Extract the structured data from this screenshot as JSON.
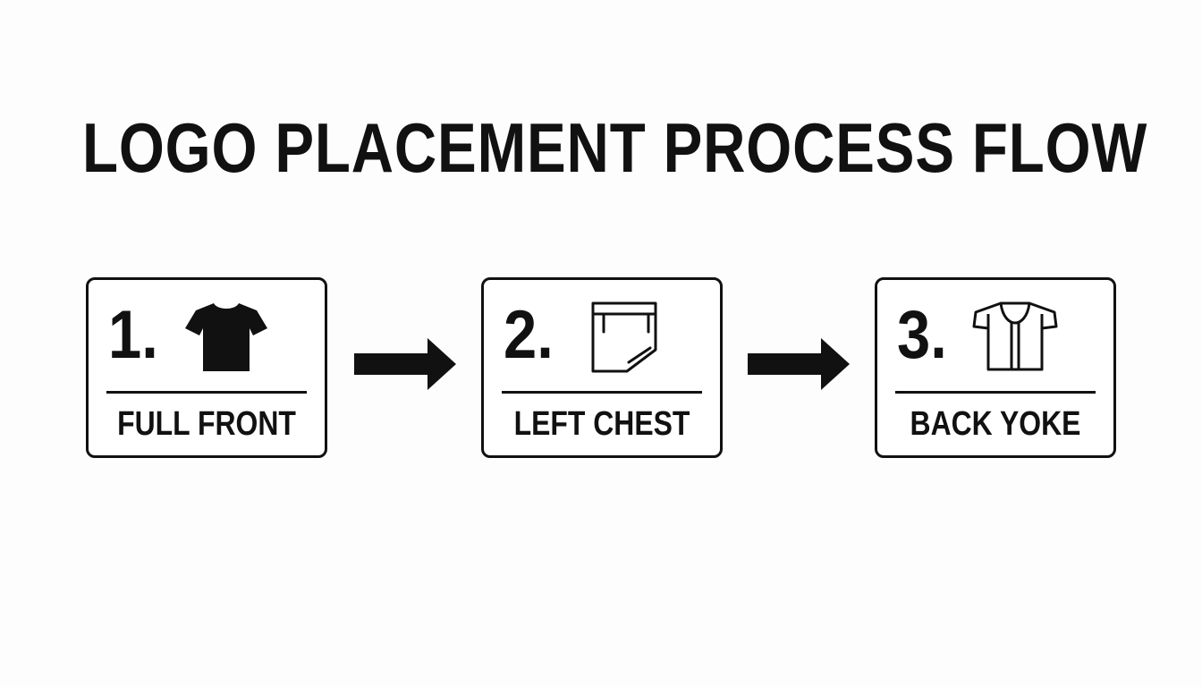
{
  "title": "LOGO PLACEMENT PROCESS FLOW",
  "steps": [
    {
      "number": "1.",
      "label": "FULL FRONT",
      "icon": "t-shirt-icon"
    },
    {
      "number": "2.",
      "label": "LEFT CHEST",
      "icon": "chest-pocket-icon"
    },
    {
      "number": "3.",
      "label": "BACK YOKE",
      "icon": "shirt-outline-icon"
    }
  ],
  "arrows": [
    {
      "from": "FULL FRONT",
      "to": "LEFT CHEST",
      "icon": "right-arrow-icon"
    },
    {
      "from": "LEFT CHEST",
      "to": "BACK YOKE",
      "icon": "right-arrow-icon"
    }
  ],
  "colors": {
    "ink": "#111111",
    "background": "#fdfdfd",
    "card": "#ffffff"
  }
}
